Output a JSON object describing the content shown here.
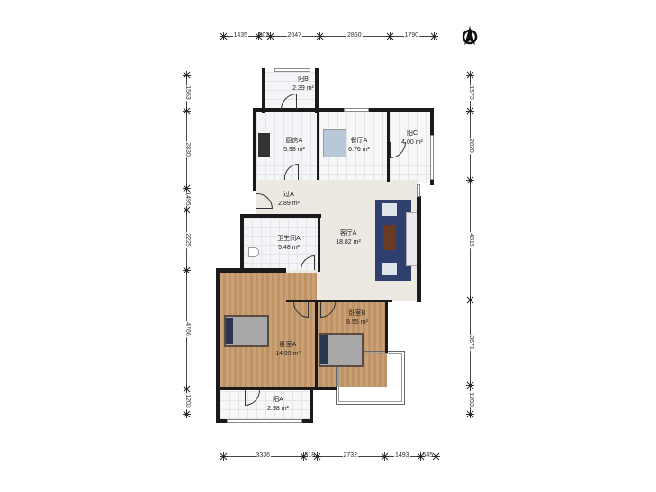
{
  "rooms": {
    "balcony_b": {
      "name": "阳B",
      "area": "2.39 m²"
    },
    "kitchen_a": {
      "name": "厨房A",
      "area": "5.98 m²"
    },
    "dining_a": {
      "name": "餐厅A",
      "area": "6.76 m²"
    },
    "balcony_c": {
      "name": "阳C",
      "area": "4.00 m²"
    },
    "corridor_a": {
      "name": "过A",
      "area": "2.89 m²"
    },
    "living_a": {
      "name": "客厅A",
      "area": "18.82 m²"
    },
    "bathroom_a": {
      "name": "卫生间A",
      "area": "5.48 m²"
    },
    "bedroom_a": {
      "name": "卧室A",
      "area": "14.99 m²"
    },
    "bedroom_b": {
      "name": "卧室B",
      "area": "8.55 m²"
    },
    "balcony_a": {
      "name": "阳A",
      "area": "2.98 m²"
    }
  },
  "dimensions": {
    "top": [
      "1435",
      "502",
      "2047",
      "2850",
      "1790"
    ],
    "bottom": [
      "3336",
      "518",
      "2732",
      "1493",
      "545"
    ],
    "left": [
      "1563",
      "2830",
      "1495",
      "2225",
      "4766",
      "1203"
    ],
    "right": [
      "1573",
      "2820",
      "4815",
      "3671",
      "1203"
    ]
  },
  "compass": {
    "icon": "north-arrow-icon"
  },
  "colors": {
    "wall": "#1a1a1a",
    "wood": "#c79a6c",
    "tile": "#f4f5f7",
    "sofa_rug": "#2f3f6e"
  }
}
